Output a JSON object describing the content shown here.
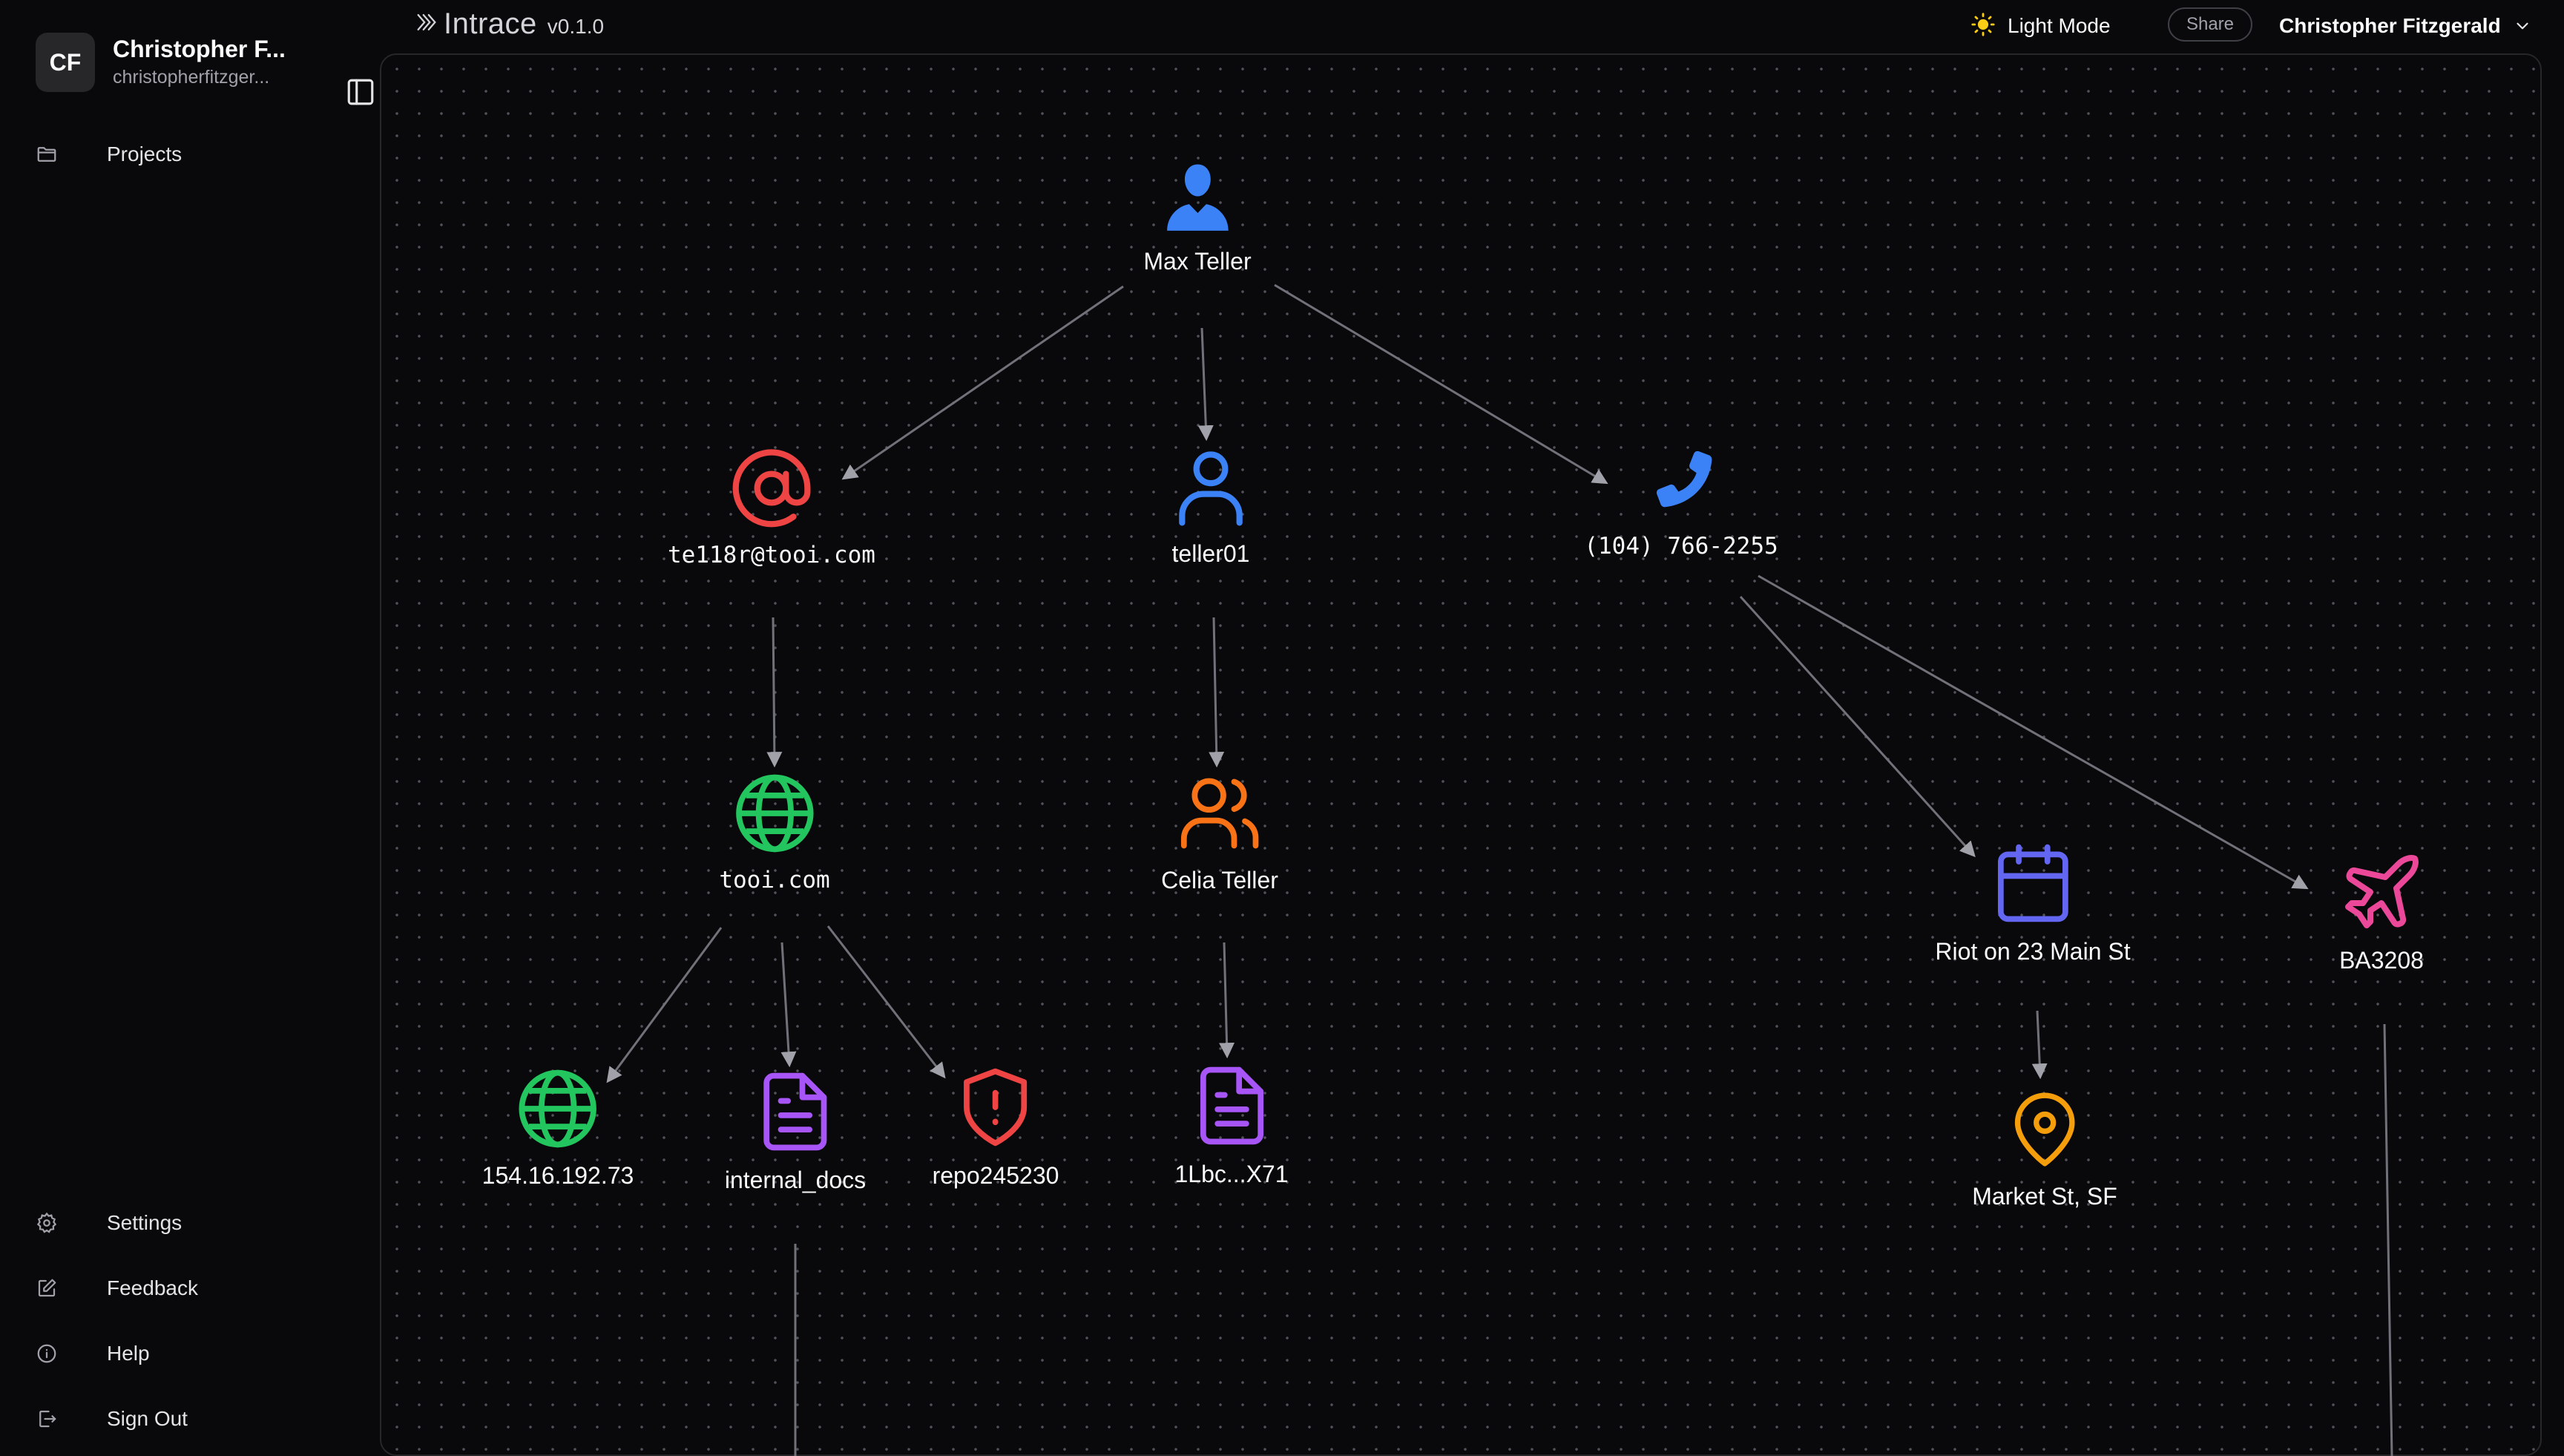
{
  "sidebar": {
    "avatar_initials": "CF",
    "user_name": "Christopher F...",
    "user_email": "christopherfitzger...",
    "collapse_icon": "sidebar-toggle-icon",
    "nav": {
      "projects": "Projects"
    },
    "footer": {
      "settings": "Settings",
      "feedback": "Feedback",
      "help": "Help",
      "sign_out": "Sign Out"
    }
  },
  "header": {
    "app_name": "Intrace",
    "version": "v0.1.0",
    "theme_toggle": "Light Mode",
    "share": "Share",
    "account_name": "Christopher Fitzgerald"
  },
  "graph": {
    "nodes": {
      "max_teller": {
        "label": "Max Teller",
        "icon": "person-icon",
        "color": "#3b82f6"
      },
      "email": {
        "label": "te118r@tooi.com",
        "icon": "at-sign-icon",
        "color": "#ef4444"
      },
      "username": {
        "label": "teller01",
        "icon": "user-icon",
        "color": "#3b82f6"
      },
      "phone": {
        "label": "(104) 766-2255",
        "icon": "phone-icon",
        "color": "#3b82f6"
      },
      "domain": {
        "label": "tooi.com",
        "icon": "globe-icon",
        "color": "#22c55e"
      },
      "celia": {
        "label": "Celia Teller",
        "icon": "users-icon",
        "color": "#f97316"
      },
      "event": {
        "label": "Riot on 23 Main St",
        "icon": "calendar-icon",
        "color": "#6366f1"
      },
      "flight": {
        "label": "BA3208",
        "icon": "plane-icon",
        "color": "#ec4899"
      },
      "ip": {
        "label": "154.16.192.73",
        "icon": "globe-icon",
        "color": "#22c55e"
      },
      "internal_docs": {
        "label": "internal_docs",
        "icon": "document-icon",
        "color": "#a855f7"
      },
      "repo": {
        "label": "repo245230",
        "icon": "shield-alert-icon",
        "color": "#ef4444"
      },
      "wallet": {
        "label": "1Lbc...X71",
        "icon": "document-icon",
        "color": "#a855f7"
      },
      "location": {
        "label": "Market St, SF",
        "icon": "map-pin-icon",
        "color": "#f59e0b"
      }
    },
    "edges": [
      [
        "max_teller",
        "email"
      ],
      [
        "max_teller",
        "username"
      ],
      [
        "max_teller",
        "phone"
      ],
      [
        "email",
        "domain"
      ],
      [
        "username",
        "celia"
      ],
      [
        "phone",
        "event"
      ],
      [
        "phone",
        "flight"
      ],
      [
        "domain",
        "ip"
      ],
      [
        "domain",
        "internal_docs"
      ],
      [
        "domain",
        "repo"
      ],
      [
        "celia",
        "wallet"
      ],
      [
        "event",
        "location"
      ]
    ]
  }
}
